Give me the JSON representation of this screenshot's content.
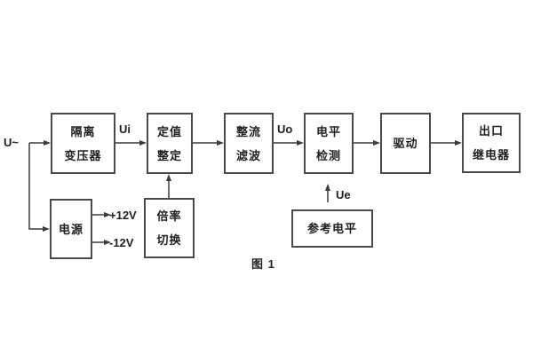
{
  "figure": {
    "caption": "图 1"
  },
  "signal_labels": {
    "input": "U~",
    "ui": "Ui",
    "uo": "Uo",
    "ue": "Ue",
    "plus12v": "+12V",
    "minus12v": "-12V"
  },
  "blocks": [
    {
      "name": "isolation-transformer",
      "label": "隔离\n变压器"
    },
    {
      "name": "setting-adjust",
      "label": "定值\n整定"
    },
    {
      "name": "rectifier-filter",
      "label": "整流\n滤波"
    },
    {
      "name": "level-detection",
      "label": "电平\n检测"
    },
    {
      "name": "driver",
      "label": "驱动"
    },
    {
      "name": "output-relay",
      "label": "出口\n继电器"
    },
    {
      "name": "power-supply",
      "label": "电源"
    },
    {
      "name": "ratio-switch",
      "label": "倍率\n切换"
    },
    {
      "name": "reference-level",
      "label": "参考电平"
    }
  ],
  "connections": [
    "U~ -> 隔离变压器",
    "U~ -> 电源",
    "隔离变压器 -Ui-> 定值整定",
    "定值整定 -> 整流滤波",
    "整流滤波 -Uo-> 电平检测",
    "电平检测 -> 驱动",
    "驱动 -> 出口继电器",
    "倍率切换 -> 定值整定",
    "参考电平 -Ue-> 电平检测",
    "电源 -> +12V",
    "电源 -> -12V"
  ],
  "colors": {
    "background": "#ffffff",
    "line": "#3a3a3a",
    "box_border": "#4a4a4a",
    "text": "#1f1f1f"
  }
}
